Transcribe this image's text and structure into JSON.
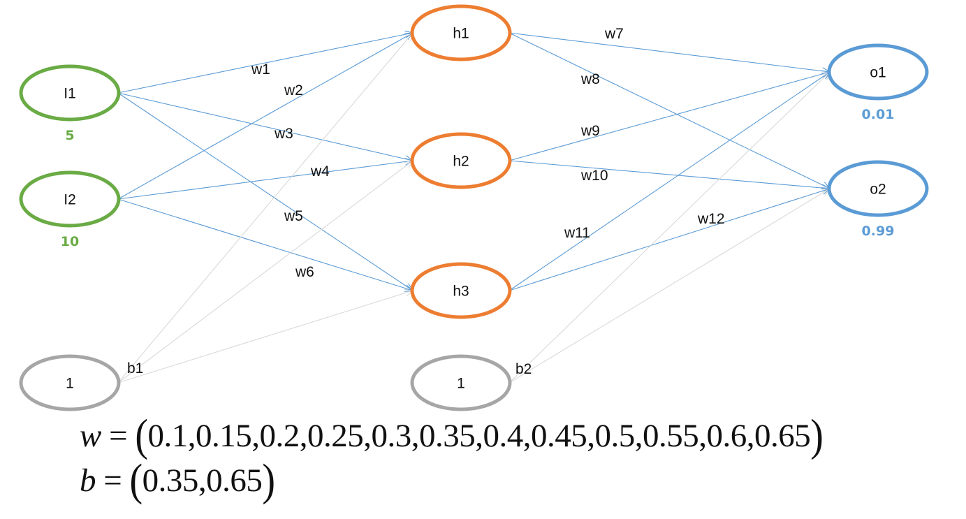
{
  "colors": {
    "input": "#6aab45",
    "hidden": "#ed7d31",
    "output": "#5b9bd5",
    "bias": "#a6a6a6",
    "weight_edge": "#5b9bd5",
    "bias_edge": "#d9d9d9"
  },
  "nodes": [
    {
      "id": "i1",
      "label": "I1",
      "type": "input",
      "value": "5"
    },
    {
      "id": "i2",
      "label": "I2",
      "type": "input",
      "value": "10"
    },
    {
      "id": "bias1",
      "label": "1",
      "type": "bias"
    },
    {
      "id": "h1",
      "label": "h1",
      "type": "hidden"
    },
    {
      "id": "h2",
      "label": "h2",
      "type": "hidden"
    },
    {
      "id": "h3",
      "label": "h3",
      "type": "hidden"
    },
    {
      "id": "bias2",
      "label": "1",
      "type": "bias"
    },
    {
      "id": "o1",
      "label": "o1",
      "type": "output",
      "value": "0.01"
    },
    {
      "id": "o2",
      "label": "o2",
      "type": "output",
      "value": "0.99"
    }
  ],
  "edges": [
    {
      "from": "i1",
      "to": "h1",
      "label": "w1",
      "kind": "weight"
    },
    {
      "from": "i2",
      "to": "h1",
      "label": "w2",
      "kind": "weight"
    },
    {
      "from": "i1",
      "to": "h2",
      "label": "w3",
      "kind": "weight"
    },
    {
      "from": "i2",
      "to": "h2",
      "label": "w4",
      "kind": "weight"
    },
    {
      "from": "i1",
      "to": "h3",
      "label": "w5",
      "kind": "weight"
    },
    {
      "from": "i2",
      "to": "h3",
      "label": "w6",
      "kind": "weight"
    },
    {
      "from": "h1",
      "to": "o1",
      "label": "w7",
      "kind": "weight"
    },
    {
      "from": "h1",
      "to": "o2",
      "label": "w8",
      "kind": "weight"
    },
    {
      "from": "h2",
      "to": "o1",
      "label": "w9",
      "kind": "weight"
    },
    {
      "from": "h2",
      "to": "o2",
      "label": "w10",
      "kind": "weight"
    },
    {
      "from": "h3",
      "to": "o1",
      "label": "w11",
      "kind": "weight"
    },
    {
      "from": "h3",
      "to": "o2",
      "label": "w12",
      "kind": "weight"
    },
    {
      "from": "bias1",
      "to": "h1",
      "label": "",
      "kind": "bias"
    },
    {
      "from": "bias1",
      "to": "h2",
      "label": "",
      "kind": "bias"
    },
    {
      "from": "bias1",
      "to": "h3",
      "label": "",
      "kind": "bias"
    },
    {
      "from": "bias2",
      "to": "o1",
      "label": "",
      "kind": "bias"
    },
    {
      "from": "bias2",
      "to": "o2",
      "label": "",
      "kind": "bias"
    }
  ],
  "bias_labels": [
    {
      "node": "bias1",
      "text": "b1"
    },
    {
      "node": "bias2",
      "text": "b2"
    }
  ],
  "formulas": {
    "w": {
      "symbol": "w",
      "equals": " = ",
      "values": "0.1,0.15,0.2,0.25,0.3,0.35,0.4,0.45,0.5,0.55,0.6,0.65"
    },
    "b": {
      "symbol": "b",
      "equals": " = ",
      "values": "0.35,0.65"
    }
  }
}
